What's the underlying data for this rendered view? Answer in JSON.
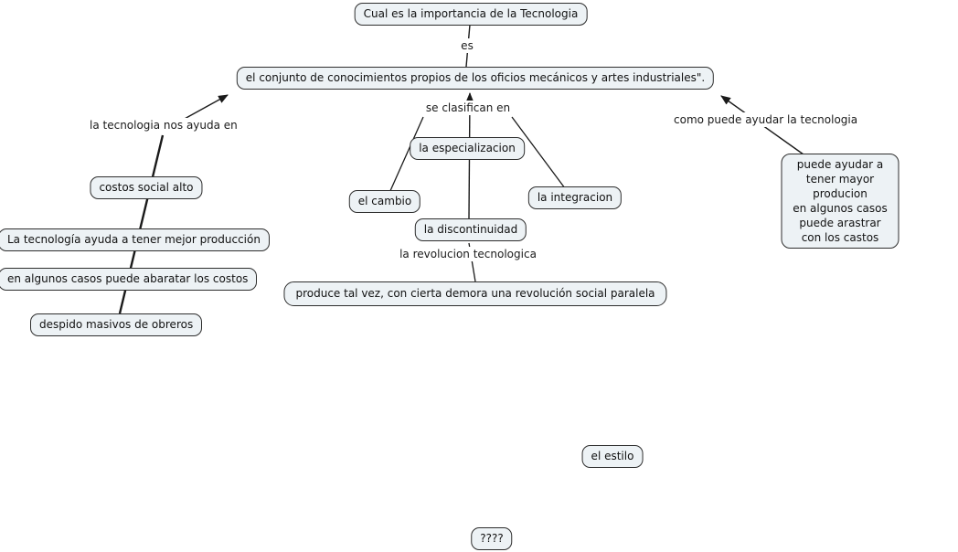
{
  "colors": {
    "background": "#ffffff",
    "node_fill": "#edf2f5",
    "node_border": "#2e2e2e",
    "line": "#1a1a1a",
    "text": "#111111"
  },
  "nodes": {
    "question": {
      "label": "Cual es la importancia de la Tecnologia"
    },
    "definition": {
      "label": "el conjunto de conocimientos propios de los oficios mecánicos y artes industriales\"."
    },
    "especializacion": {
      "label": "la especializacion"
    },
    "cambio": {
      "label": "el cambio"
    },
    "integracion": {
      "label": "la integracion"
    },
    "discontinuidad": {
      "label": "la discontinuidad"
    },
    "produce": {
      "label": "produce tal vez, con cierta demora una revolución social paralela"
    },
    "costos_social": {
      "label": "costos social alto"
    },
    "mejor_produccion": {
      "label": "La tecnología ayuda a tener mejor producción"
    },
    "abaratar_costos": {
      "label": "en algunos casos puede abaratar los costos"
    },
    "despido": {
      "label": "despido masivos de obreros"
    },
    "mayor_produccion": {
      "label": "puede ayudar a tener mayor producion\nen algunos casos puede arastrar\ncon los castos"
    },
    "estilo": {
      "label": "el estilo"
    },
    "unknown": {
      "label": "????"
    }
  },
  "link_labels": {
    "es": "es",
    "se_clasifican": "se clasifican en",
    "revolucion": "la revolucion tecnologica",
    "ayuda_en": "la tecnologia nos ayuda en",
    "como_puede": "como puede ayudar la tecnologia"
  },
  "edges": [
    {
      "from": "question",
      "to": "definition",
      "label": "es",
      "arrow_into_definition": false
    },
    {
      "from": "definition",
      "to": "especializacion",
      "label": "se clasifican en",
      "arrow_into_definition": true
    },
    {
      "from": "se_clasifican_en",
      "to": "cambio"
    },
    {
      "from": "se_clasifican_en",
      "to": "integracion"
    },
    {
      "from": "especializacion",
      "to": "discontinuidad"
    },
    {
      "from": "discontinuidad",
      "to": "produce",
      "label": "la revolucion tecnologica"
    },
    {
      "from": "costos_social",
      "to": "definition",
      "label": "la tecnologia nos ayuda en",
      "arrow_into_definition": true
    },
    {
      "from": "costos_social",
      "to": "mejor_produccion"
    },
    {
      "from": "mejor_produccion",
      "to": "abaratar_costos"
    },
    {
      "from": "abaratar_costos",
      "to": "despido"
    },
    {
      "from": "mayor_produccion",
      "to": "definition",
      "label": "como puede ayudar la tecnologia",
      "arrow_into_definition": true
    }
  ]
}
